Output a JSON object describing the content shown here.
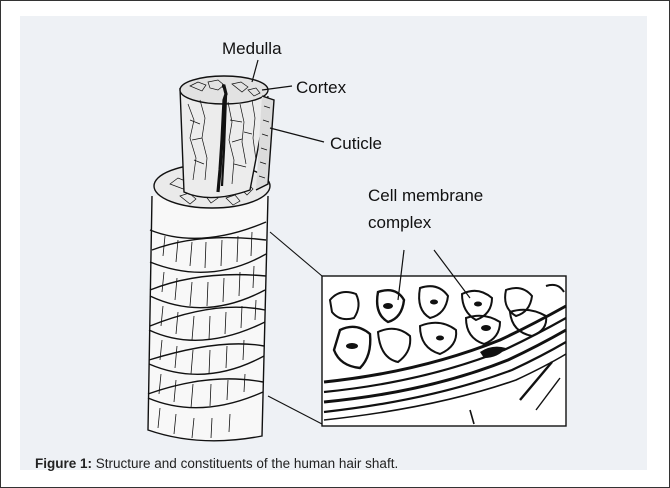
{
  "labels": {
    "medulla": "Medulla",
    "cortex": "Cortex",
    "cuticle": "Cuticle",
    "cell_membrane_line1": "Cell membrane",
    "cell_membrane_line2": "complex"
  },
  "caption": {
    "prefix": "Figure 1:",
    "text": " Structure and constituents of the human hair shaft."
  },
  "colors": {
    "panel_background": "#eef1f5",
    "ink": "#111111"
  }
}
